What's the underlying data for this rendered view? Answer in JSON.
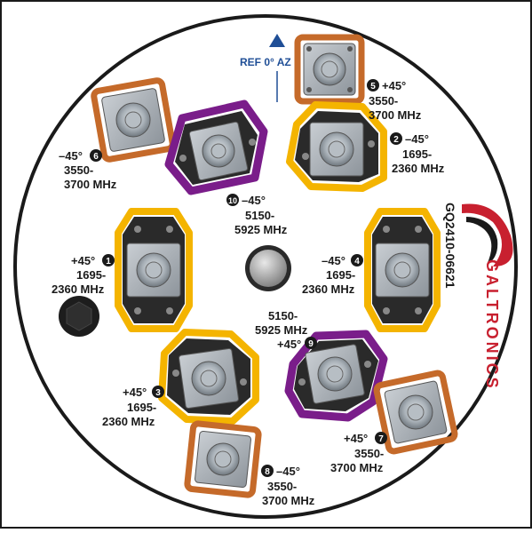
{
  "diagram": {
    "reference": "REF 0° AZ",
    "brand": "GALTRONICS",
    "model": "GQ2410-06621",
    "colors": {
      "border": "#1a1a1a",
      "plate": "#ffffff",
      "band_1695": "#f4b400",
      "band_3550": "#c56a2a",
      "band_5150": "#7a1d8a",
      "ref_arrow": "#1f4e96",
      "brand": "#c8202f"
    },
    "ports": [
      {
        "number": "1",
        "polarization": "+45°",
        "freq_a": "1695-",
        "freq_b": "2360 MHz"
      },
      {
        "number": "2",
        "polarization": "–45°",
        "freq_a": "1695-",
        "freq_b": "2360 MHz"
      },
      {
        "number": "3",
        "polarization": "+45°",
        "freq_a": "1695-",
        "freq_b": "2360 MHz"
      },
      {
        "number": "4",
        "polarization": "–45°",
        "freq_a": "1695-",
        "freq_b": "2360 MHz"
      },
      {
        "number": "5",
        "polarization": "+45°",
        "freq_a": "3550-",
        "freq_b": "3700 MHz"
      },
      {
        "number": "6",
        "polarization": "–45°",
        "freq_a": "3550-",
        "freq_b": "3700 MHz"
      },
      {
        "number": "7",
        "polarization": "+45°",
        "freq_a": "3550-",
        "freq_b": "3700 MHz"
      },
      {
        "number": "8",
        "polarization": "–45°",
        "freq_a": "3550-",
        "freq_b": "3700 MHz"
      },
      {
        "number": "9",
        "polarization": "+45°",
        "freq_a": "5150-",
        "freq_b": "5925 MHz"
      },
      {
        "number": "10",
        "polarization": "–45°",
        "freq_a": "5150-",
        "freq_b": "5925 MHz"
      }
    ]
  }
}
